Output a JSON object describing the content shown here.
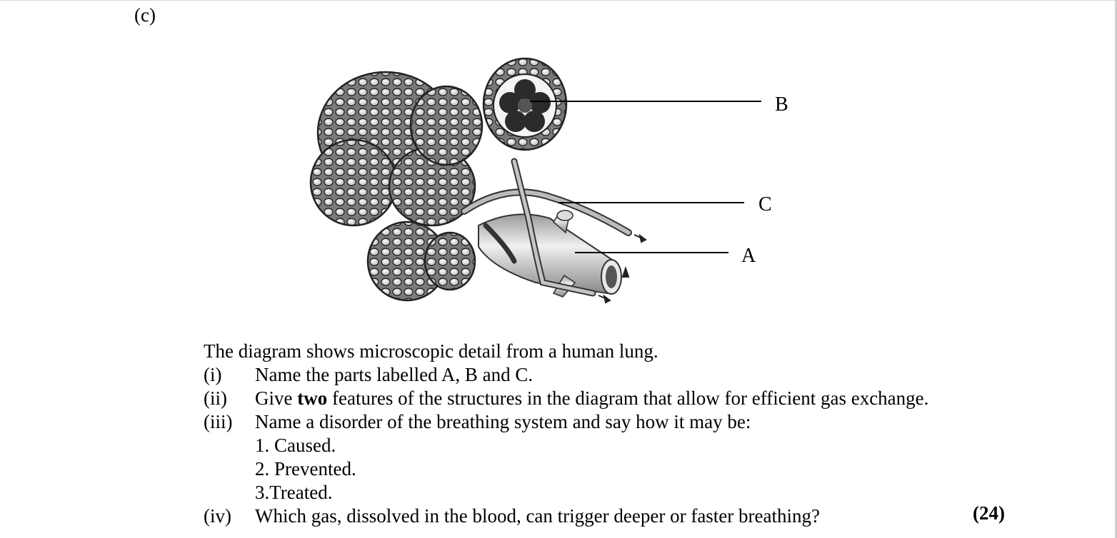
{
  "part": "(c)",
  "labels": {
    "a": "A",
    "b": "B",
    "c": "C"
  },
  "question": {
    "intro": "The diagram shows microscopic detail from a human lung.",
    "items": [
      {
        "num": "(i)",
        "text": "Name the parts labelled A, B and C."
      },
      {
        "num": "(ii)",
        "pre": "Give ",
        "bold": "two",
        "post": " features of the structures in the diagram that allow for efficient gas exchange."
      },
      {
        "num": "(iii)",
        "text": "Name a disorder of the breathing system and say how it may be:"
      },
      {
        "sub": "1. Caused."
      },
      {
        "sub": "2. Prevented."
      },
      {
        "sub": "3.Treated."
      },
      {
        "num": "(iv)",
        "text": "Which gas, dissolved in the blood, can trigger deeper or faster breathing?"
      }
    ]
  },
  "marks": "(24)"
}
